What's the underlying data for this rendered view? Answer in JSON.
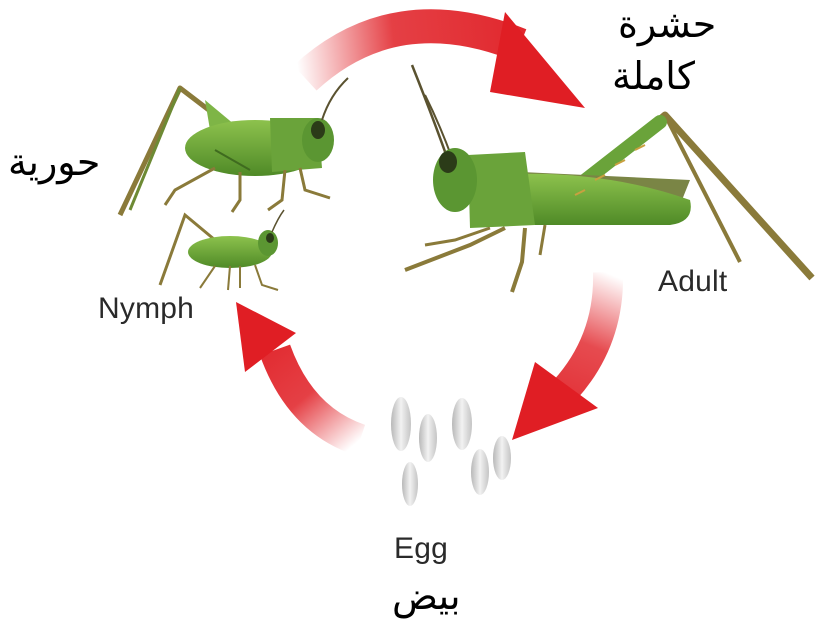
{
  "diagram": {
    "stages": {
      "adult": {
        "english": "Adult",
        "arabic_line1": "حشرة",
        "arabic_line2": "كاملة",
        "icon": "adult-grasshopper-icon"
      },
      "egg": {
        "english": "Egg",
        "arabic": "بيض",
        "icon": "egg-cluster-icon"
      },
      "nymph": {
        "english": "Nymph",
        "arabic": "حورية",
        "icon": "nymph-grasshopper-icon"
      }
    },
    "colors": {
      "arrow": "#e01e24",
      "grasshopper_body": "#6fa83a",
      "grasshopper_dark": "#3f6b1f",
      "grasshopper_leg": "#8a7a3a",
      "egg": "#d4d4d4"
    }
  }
}
